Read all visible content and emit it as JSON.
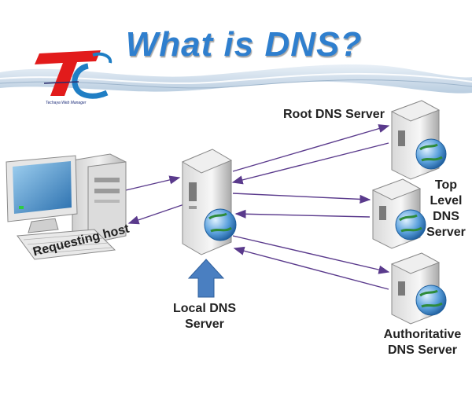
{
  "title": "What is DNS?",
  "logo": {
    "mark": "TC",
    "tagline": "Techaya Web Manager"
  },
  "nodes": {
    "root": {
      "label": "Root DNS Server"
    },
    "tld": {
      "lines": [
        "Top",
        "Level",
        "DNS",
        "Server"
      ]
    },
    "authoritative": {
      "lines": [
        "Authoritative",
        "DNS Server"
      ]
    },
    "local": {
      "lines": [
        "Local DNS",
        "Server"
      ]
    },
    "host": {
      "label": "Requesting host"
    }
  },
  "colors": {
    "title": "#2f7fce",
    "arrow": "#5a3a8c",
    "up_arrow": "#4a7fc1",
    "wave": "#c9d9e8"
  },
  "icons": [
    "desktop-computer-icon",
    "server-globe-icon",
    "up-arrow-icon",
    "logo-icon"
  ]
}
